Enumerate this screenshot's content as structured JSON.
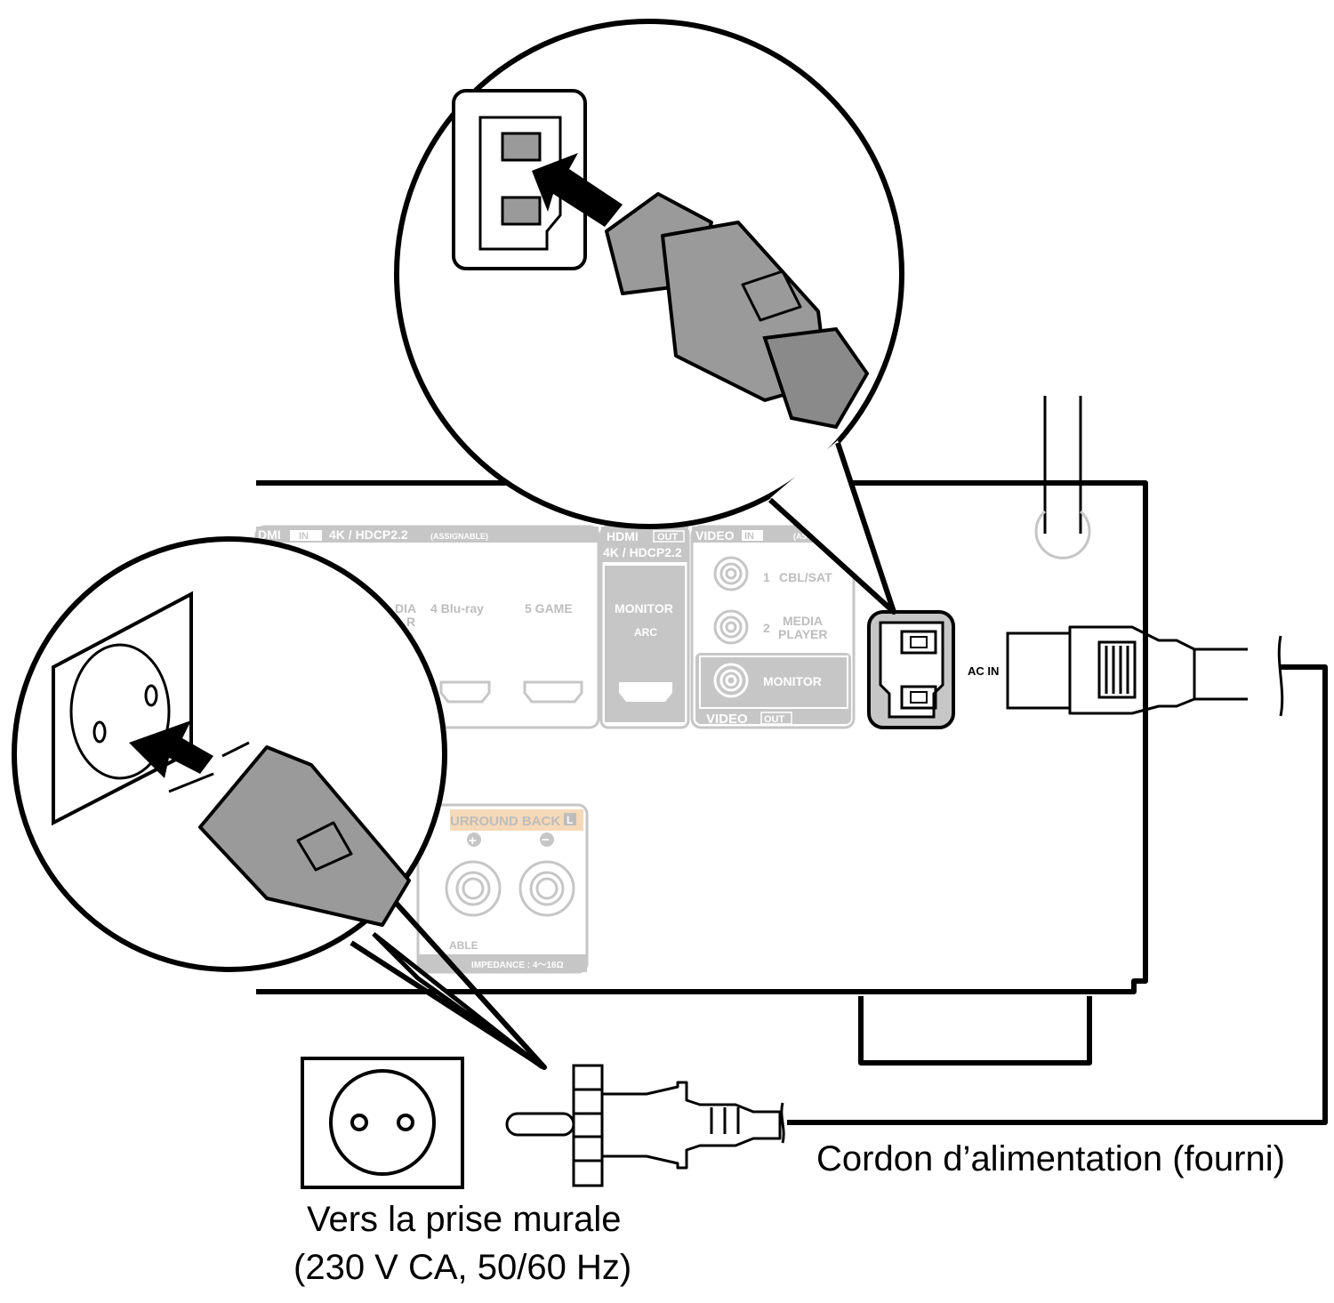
{
  "panel": {
    "hdmi_in_header": "DMI",
    "hdmi_in_badge": "IN",
    "hdmi_in_spec": "4K / HDCP2.2",
    "hdmi_in_assignable": "(ASSIGNABLE)",
    "hdmi_in_3_partial_1": "DIA",
    "hdmi_in_3_partial_2": "R",
    "hdmi_in_4": "4  Blu-ray",
    "hdmi_in_5": "5  GAME",
    "hdmi_out_header": "HDMI",
    "hdmi_out_badge": "OUT",
    "hdmi_out_spec": "4K / HDCP2.2",
    "hdmi_out_monitor": "MONITOR",
    "hdmi_out_arc": "ARC",
    "video_in_header": "VIDEO",
    "video_in_badge": "IN",
    "video_in_assignable": "(ASS",
    "video_in_1_num": "1",
    "video_in_1": "CBL/SAT",
    "video_in_2_num": "2",
    "video_in_2_line1": "MEDIA",
    "video_in_2_line2": "PLAYER",
    "video_out_monitor": "MONITOR",
    "video_out_header": "VIDEO",
    "video_out_badge": "OUT",
    "surround_back": "URROUND BACK",
    "surround_back_badge": "L",
    "plus": "+",
    "minus": "−",
    "assignable_partial": "ABLE",
    "impedance": "IMPEDANCE : 4～16Ω",
    "ac_in": "AC IN"
  },
  "captions": {
    "power_cord": "Cordon d’alimentation (fourni)",
    "wall_outlet_line1": "Vers la prise murale",
    "wall_outlet_line2": "(230 V CA, 50/60 Hz)"
  },
  "colors": {
    "panel_gray": "#c6c6c6",
    "surround_highlight": "#f6d9b8",
    "plug_gray": "#9a9a9a"
  }
}
